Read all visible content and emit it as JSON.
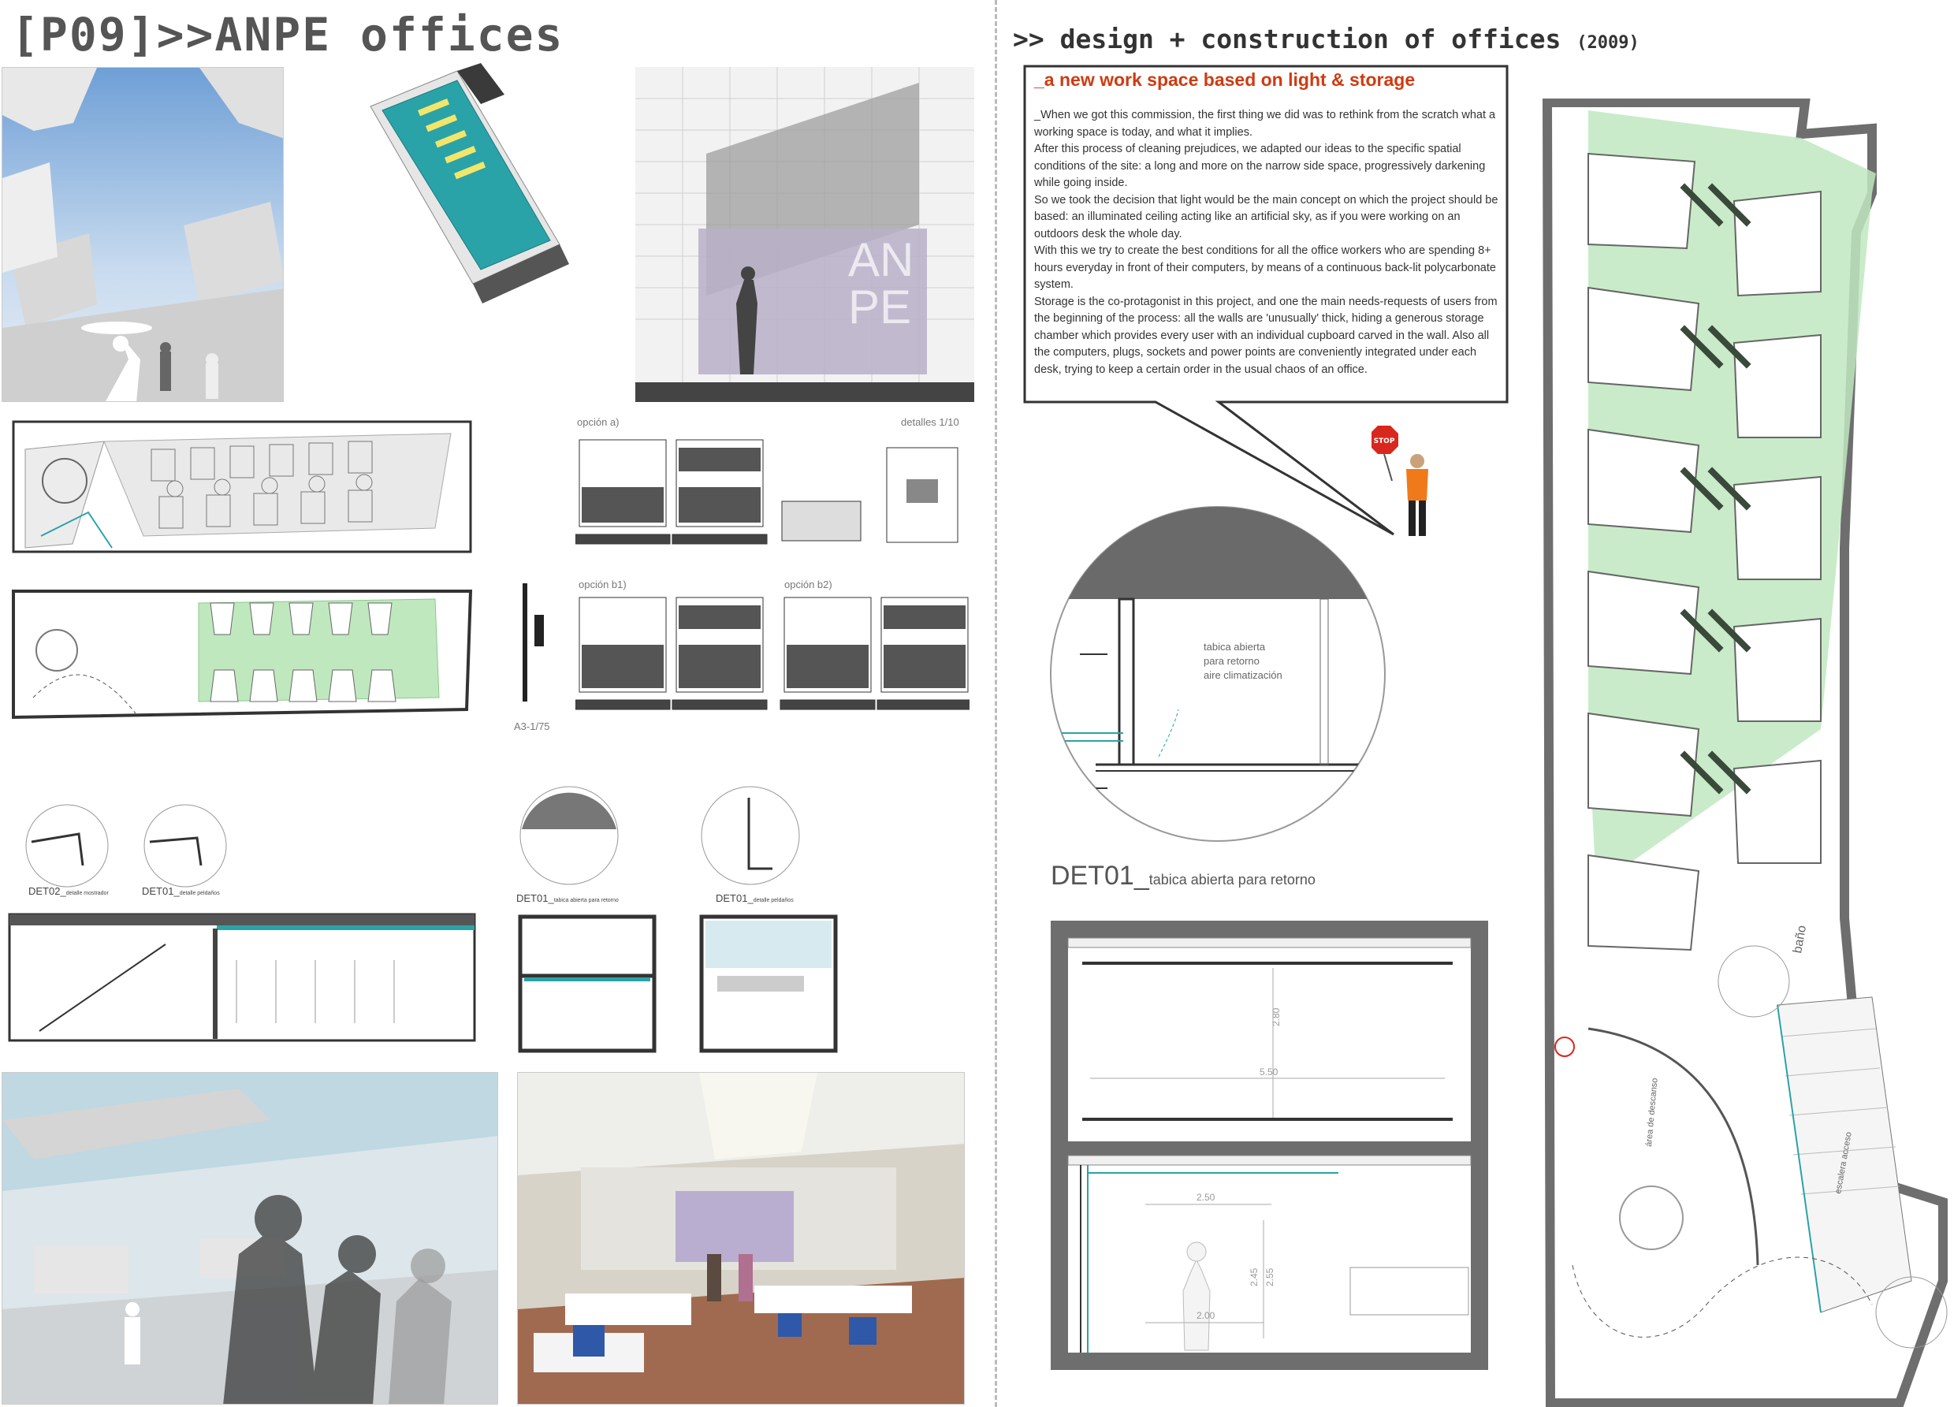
{
  "header": {
    "title": "[P09]>>ANPE offices",
    "subtitle": ">> design + construction of offices",
    "year": "(2009)"
  },
  "bubble": {
    "heading": "_a new work space based on light & storage",
    "paragraphs": [
      "_When we got this commission, the first thing we did was to rethink from the scratch what a working space is today, and what it implies.",
      "After this process of cleaning prejudices, we adapted our ideas to the specific spatial conditions of the site: a long and more on the narrow side space, progressively darkening while going inside.",
      "So we took the decision that light would be the main concept on which the project should be based: an illuminated ceiling acting like an artificial sky, as if you were working on an outdoors desk the whole day.",
      "With this we try to create the best conditions for all the office workers who are spending 8+ hours everyday in front of their computers, by means of a continuous back-lit polycarbonate system.",
      "Storage is the co-protagonist in this project, and one the main needs-requests of users from the beginning of the process: all the walls are 'unusually' thick, hiding a generous storage chamber which provides every user with an individual cupboard carved in the wall. Also all the computers, plugs, sockets and power points are conveniently integrated under each desk, trying to keep a certain order in the usual chaos of an office."
    ]
  },
  "labels": {
    "opcion_a": "opción a)",
    "detalles": "detalles 1/10",
    "opcion_b1": "opción b1)",
    "opcion_b2": "opción b2)",
    "scale": "A3-1/75",
    "det02": "DET02_",
    "det02_sub": "detalle mostrador",
    "det01_a": "DET01_",
    "det01_a_sub": "detalle peldaños",
    "det01_b": "DET01_",
    "det01_b_sub": "tabica abierta para retorno",
    "det01_c": "DET01_",
    "det01_c_sub": "detalle peldaños",
    "stop": "STOP",
    "anpe_1": "AN",
    "anpe_2": "PE",
    "bano": "baño",
    "descanso": "área de descanso",
    "escalera": "escalera acceso"
  },
  "detail_circle": {
    "text_1": "tabica abierta",
    "text_2": "para retorno",
    "text_3": "aire climatización"
  },
  "det_caption": {
    "main": "DET01_",
    "sub": "tabica abierta para retorno"
  },
  "section_dims": {
    "w1": "5.50",
    "h1": "2.80",
    "w2": "2.50",
    "h2": "2.45",
    "h3": "2.55",
    "w3": "2.00"
  },
  "colors": {
    "accent": "#d03a10",
    "green": "#bfe8bf",
    "teal": "#2aa3a8",
    "sky": "#8fb6df"
  }
}
